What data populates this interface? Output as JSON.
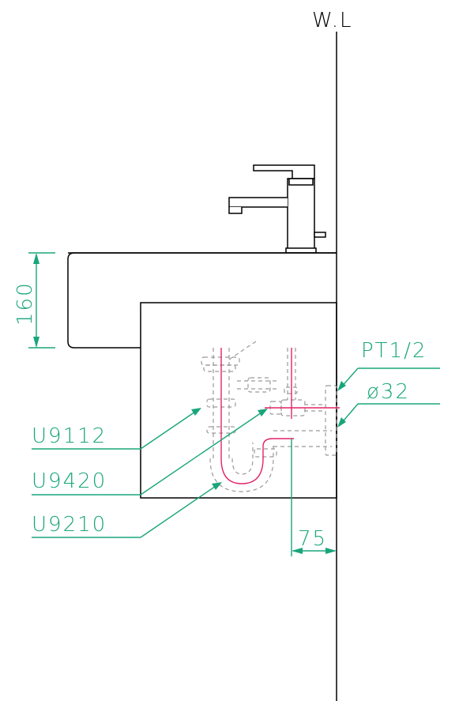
{
  "wall_label": "W.L",
  "dimensions": {
    "height_above_counter": "160",
    "wall_offset": "75"
  },
  "connections": {
    "supply_thread": "PT1/2",
    "drain_diameter": "ø32"
  },
  "parts": [
    {
      "code": "U9112"
    },
    {
      "code": "U9420"
    },
    {
      "code": "U9210"
    }
  ],
  "colors": {
    "outline": "#000000",
    "dimension": "#19a57a",
    "centerline": "#e3236a",
    "hidden": "#999999"
  }
}
